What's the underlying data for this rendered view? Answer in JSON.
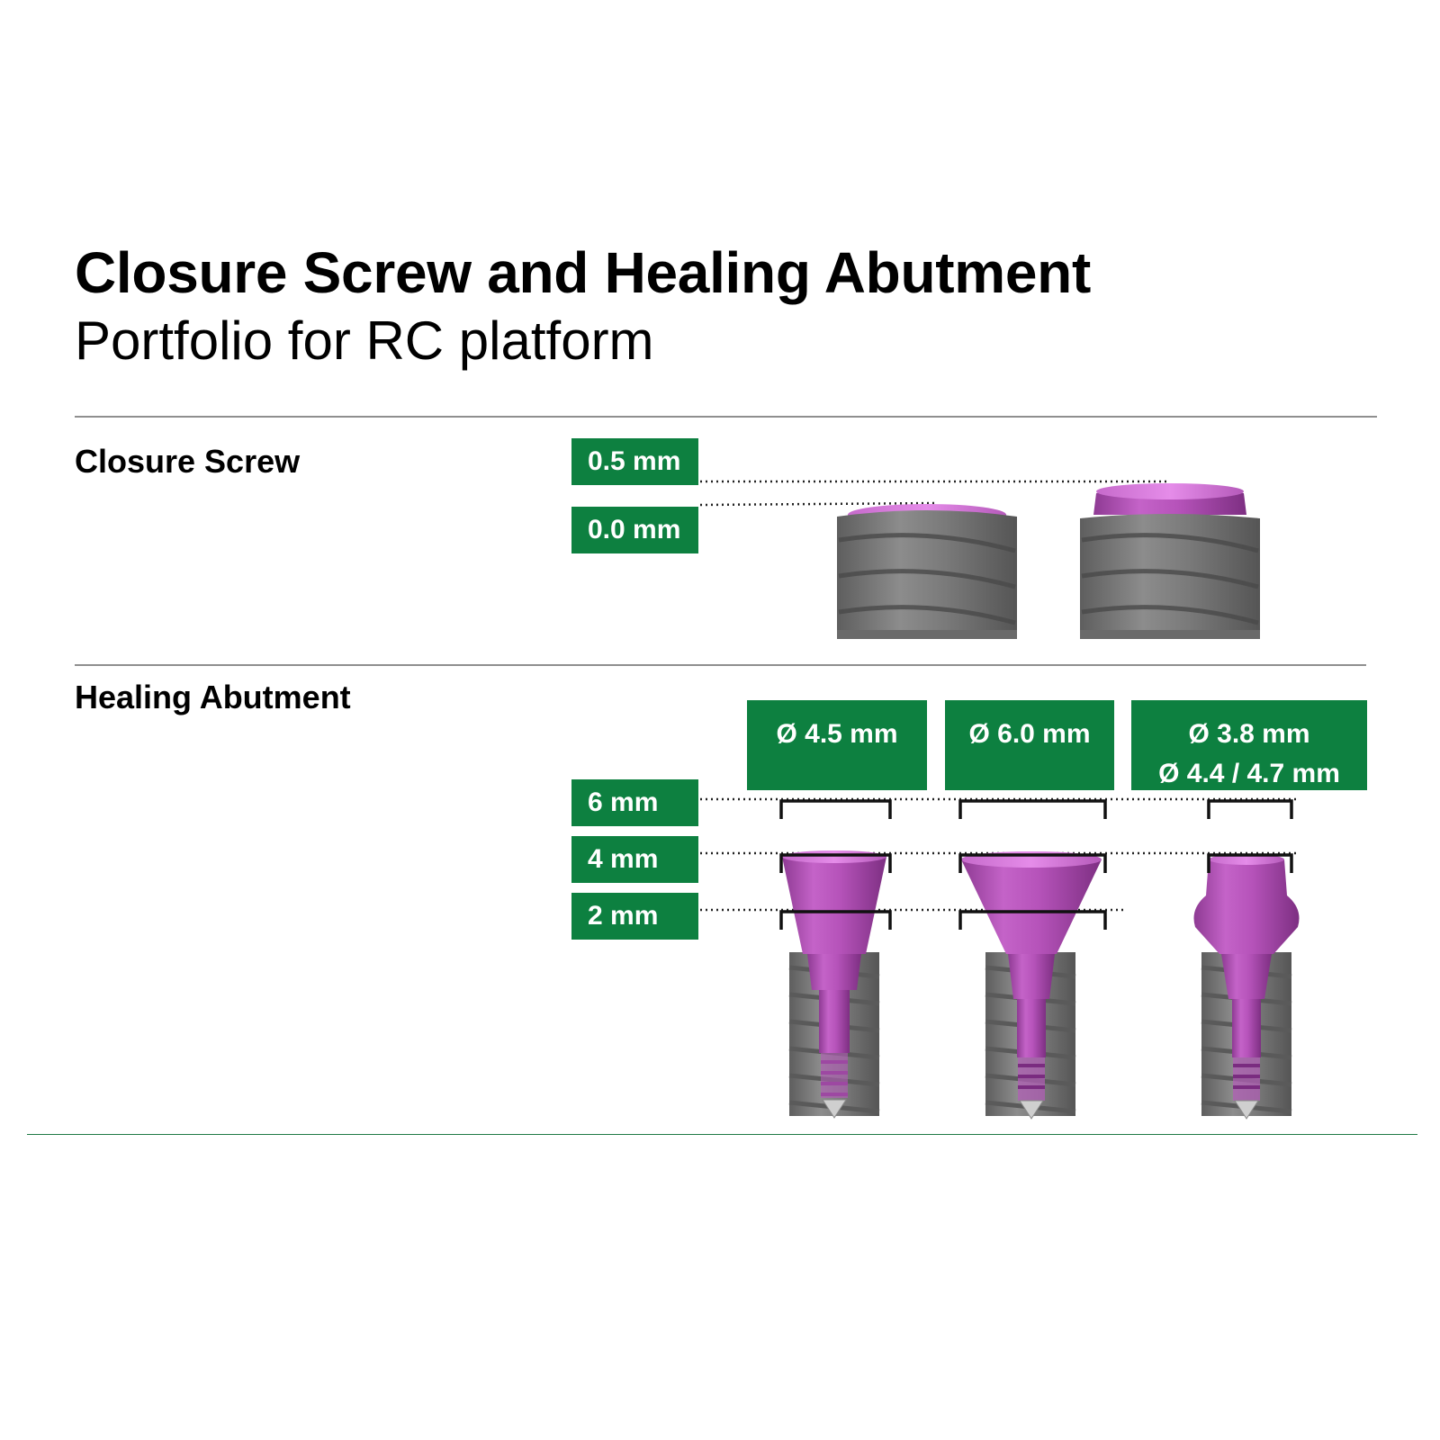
{
  "header": {
    "title": "Closure Screw and Healing Abutment",
    "subtitle": "Portfolio for RC platform"
  },
  "closure_screw": {
    "title": "Closure Screw",
    "heights": [
      "0.5 mm",
      "0.0 mm"
    ]
  },
  "healing_abutment": {
    "title": "Healing Abutment",
    "heights": [
      "6 mm",
      "4 mm",
      "2 mm"
    ],
    "diameters": [
      {
        "line1": "Ø 4.5 mm",
        "line2": ""
      },
      {
        "line1": "Ø 6.0 mm",
        "line2": ""
      },
      {
        "line1": "Ø 3.8 mm",
        "line2": "Ø 4.4 / 4.7 mm"
      }
    ]
  },
  "colors": {
    "brand_green": "#0d8040",
    "abutment_purple": "#b44fb8",
    "implant_gray": "#7d7d7d"
  }
}
